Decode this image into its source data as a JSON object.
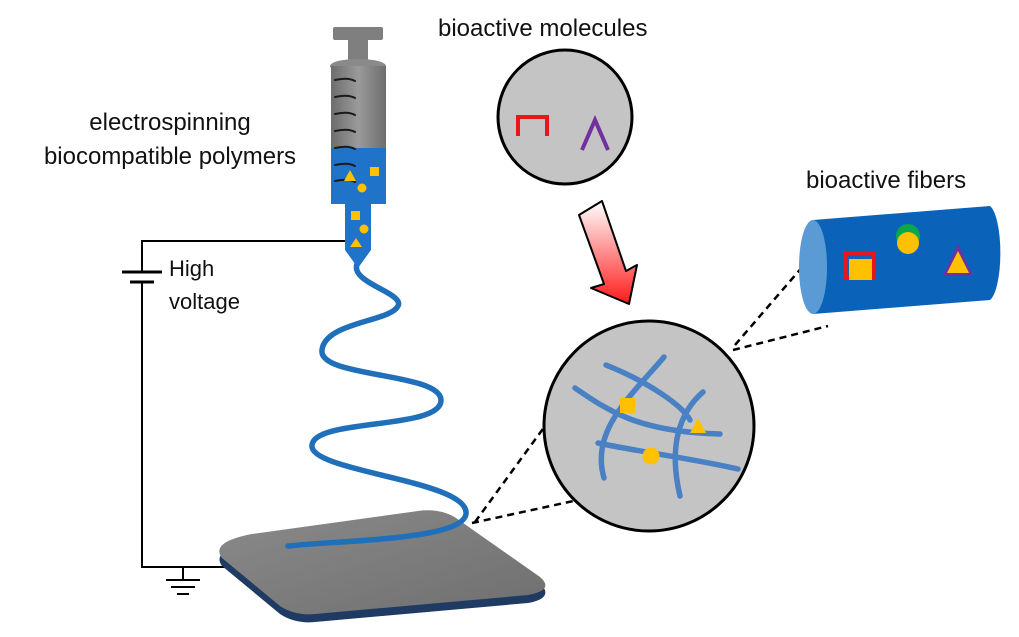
{
  "labels": {
    "electrospinning_line1": "electrospinning",
    "electrospinning_line2": "biocompatible polymers",
    "bioactive_molecules": "bioactive molecules",
    "bioactive_fibers": "bioactive fibers",
    "high": "High",
    "voltage": "voltage"
  },
  "colors": {
    "fiber_blue": "#1f6fba",
    "fiber_light": "#4a80c4",
    "polymer_blue": "#1f73c8",
    "circle_gray": "#c4c4c4",
    "marker_yellow": "#ffc000",
    "molecule_red": "#e8161b",
    "molecule_green": "#0aa74c",
    "molecule_purple": "#7030a0",
    "collector_gray": "#7b7b7b",
    "syringe_gray": "#7f7f7f",
    "cylinder_cap": "#5b9bd5"
  }
}
